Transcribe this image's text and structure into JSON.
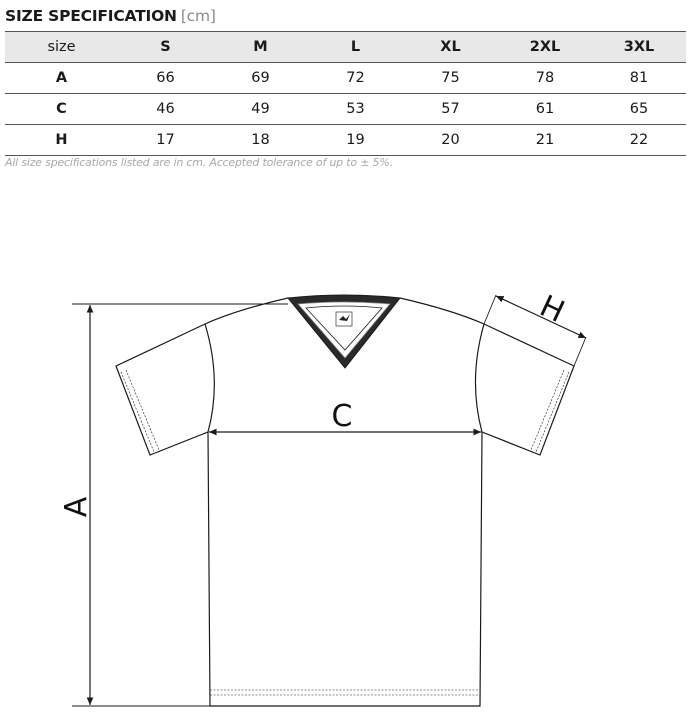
{
  "header": {
    "title": "SIZE SPECIFICATION",
    "unit": "[cm]"
  },
  "table": {
    "corner_label": "size",
    "columns": [
      "S",
      "M",
      "L",
      "XL",
      "2XL",
      "3XL"
    ],
    "rows": [
      {
        "label": "A",
        "values": [
          "66",
          "69",
          "72",
          "75",
          "78",
          "81"
        ]
      },
      {
        "label": "C",
        "values": [
          "46",
          "49",
          "53",
          "57",
          "61",
          "65"
        ]
      },
      {
        "label": "H",
        "values": [
          "17",
          "18",
          "19",
          "20",
          "21",
          "22"
        ]
      }
    ]
  },
  "note": "All size specifications listed are in cm. Accepted tolerance of up to ± 5%.",
  "diagram": {
    "label_a": "A",
    "label_c": "C",
    "label_h": "H",
    "line_color": "#1a1a1a",
    "collar_color": "#2a2a2a"
  }
}
